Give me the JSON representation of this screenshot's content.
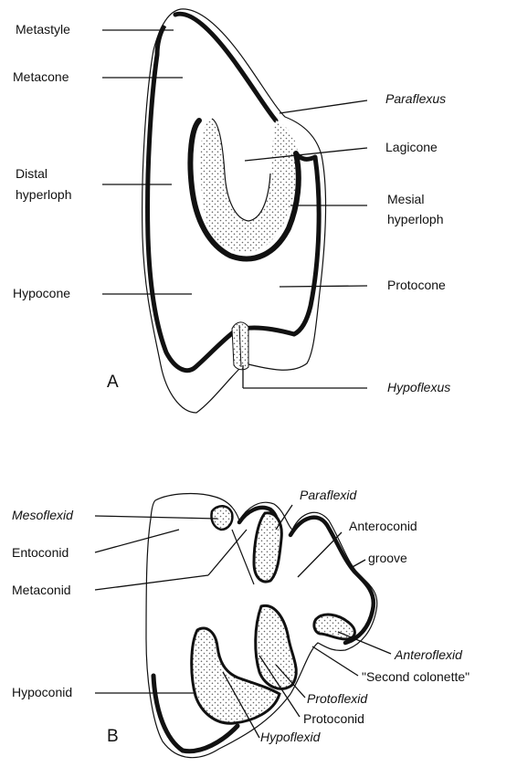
{
  "panel_a": {
    "letter": "A",
    "labels": {
      "metastyle": "Metastyle",
      "metacone": "Metacone",
      "distal_hyperloph_1": "Distal",
      "distal_hyperloph_2": "hyperloph",
      "hypocone": "Hypocone",
      "paraflexus": "Paraflexus",
      "lagicone": "Lagicone",
      "mesial_hyperloph_1": "Mesial",
      "mesial_hyperloph_2": "hyperloph",
      "protocone": "Protocone",
      "hypoflexus": "Hypoflexus"
    }
  },
  "panel_b": {
    "letter": "B",
    "labels": {
      "mesoflexid": "Mesoflexid",
      "entoconid": "Entoconid",
      "metaconid": "Metaconid",
      "paraflexid": "Paraflexid",
      "anteroconid": "Anteroconid",
      "groove": "groove",
      "anteroflexid": "Anteroflexid",
      "second_colonette": "\"Second colonette\"",
      "protoflexid": "Protoflexid",
      "protoconid": "Protoconid",
      "hypoflexid": "Hypoflexid",
      "hypoconid": "Hypoconid"
    }
  },
  "colors": {
    "ink": "#111111",
    "stipple": "#6b6b6b",
    "background": "#ffffff"
  }
}
